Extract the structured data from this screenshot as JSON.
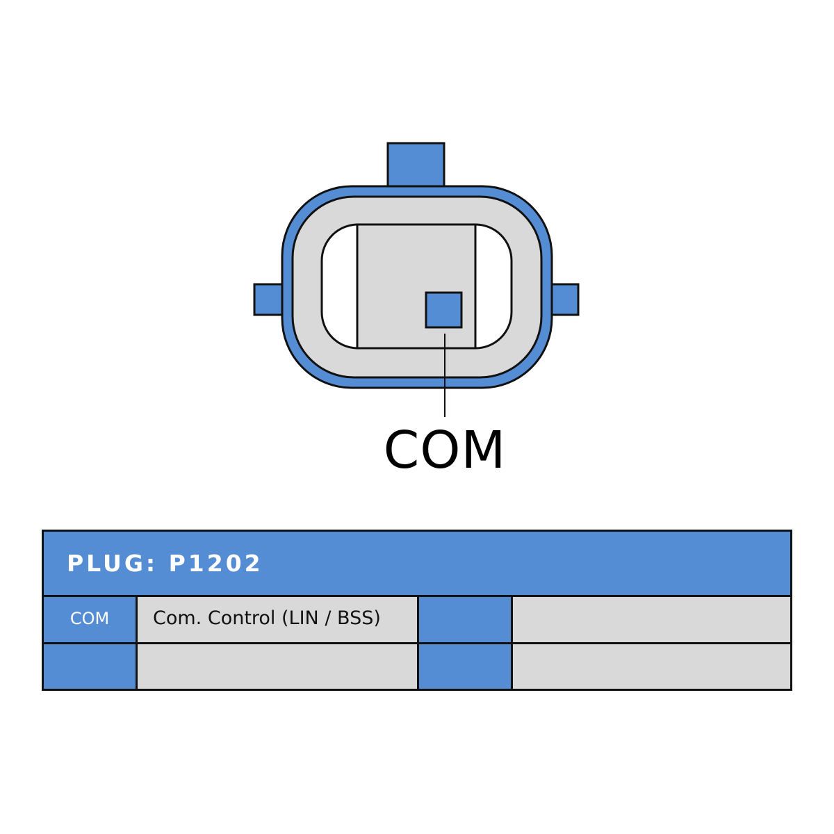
{
  "connector": {
    "pin_label": "COM"
  },
  "plug": {
    "title": "PLUG: P1202",
    "rows": [
      [
        {
          "code": "COM",
          "description": "Com. Control (LIN / BSS)"
        },
        {
          "code": "",
          "description": ""
        }
      ],
      [
        {
          "code": "",
          "description": ""
        },
        {
          "code": "",
          "description": ""
        }
      ]
    ]
  },
  "colors": {
    "accent_blue": "#548dd4",
    "housing_grey": "#d9d9d9",
    "outline": "#111111",
    "background": "#ffffff"
  }
}
